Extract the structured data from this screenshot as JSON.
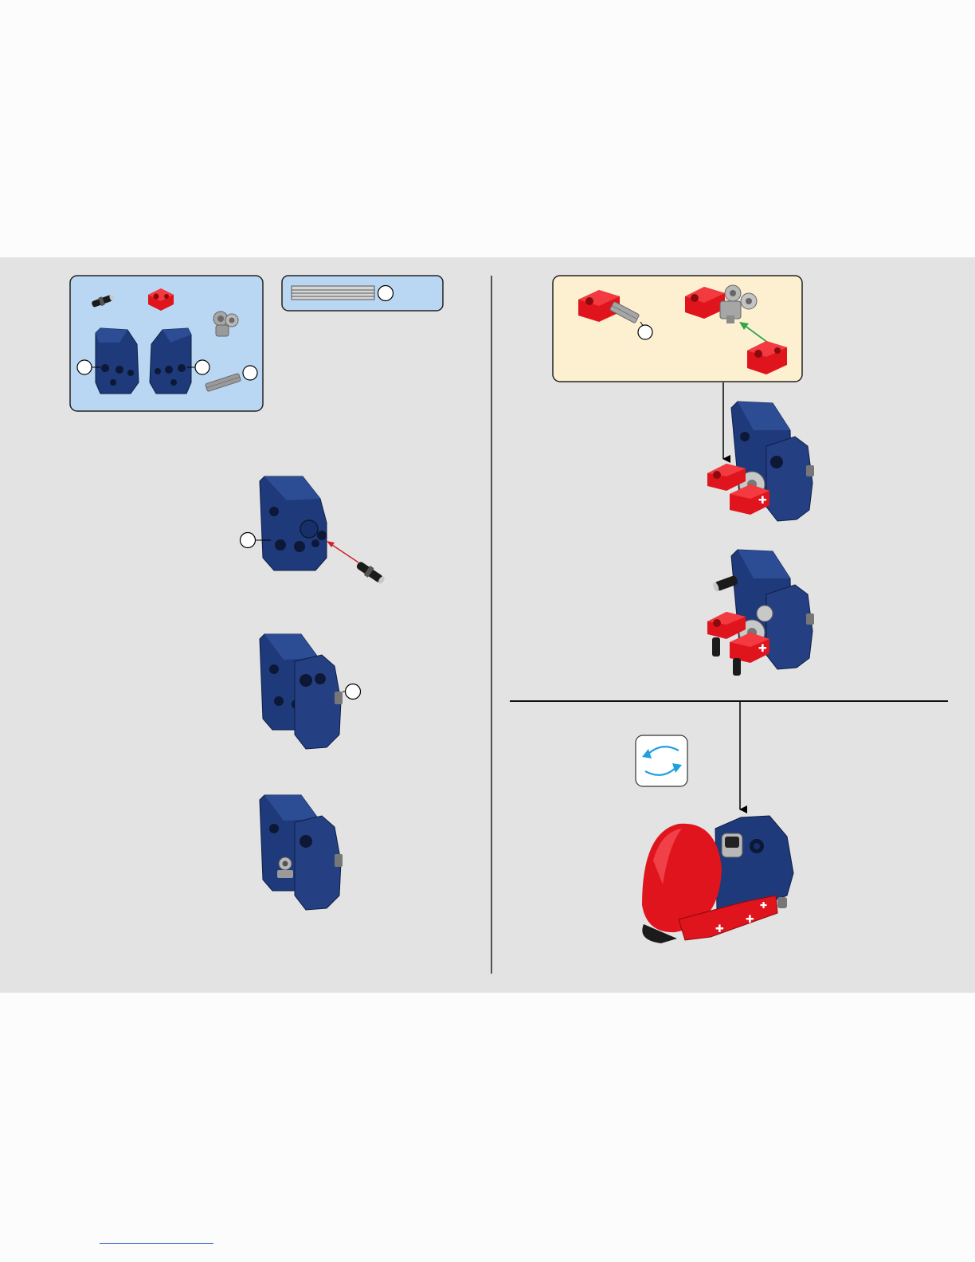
{
  "document": {
    "type": "building-instructions",
    "page_link": ""
  },
  "colors": {
    "background": "#e3e3e3",
    "page_margin": "#fcfcfc",
    "parts_panel": "#b9d7f2",
    "subassembly_panel": "#fdf0d1",
    "part_blue": "#1f3a7a",
    "part_red": "#e0141c",
    "part_gray": "#9a9a9a",
    "insert_arrow_red": "#d0202a",
    "insert_arrow_green": "#2ba84a",
    "rotate_icon": "#1ea0e0"
  },
  "parts_list": {
    "items": [
      {
        "icon": "black-connector-pin-icon"
      },
      {
        "icon": "red-axle-connector-icon"
      },
      {
        "icon": "gray-double-pin-connector-icon"
      },
      {
        "icon": "blue-panel-left-icon"
      },
      {
        "icon": "blue-panel-right-icon"
      },
      {
        "icon": "gray-axle-icon"
      }
    ],
    "callouts": [
      "",
      "",
      ""
    ]
  },
  "axle_gauge": {
    "icon": "axle-length-gauge-icon",
    "callout": ""
  },
  "left_steps": [
    {
      "name": "step-insert-pin",
      "icon": "blue-panel-with-pin-icon",
      "callout": ""
    },
    {
      "name": "step-attach-panel",
      "icon": "two-panels-joined-icon",
      "callout": ""
    },
    {
      "name": "step-add-connector",
      "icon": "panels-with-connector-icon",
      "callout": ""
    }
  ],
  "subassembly": {
    "callout": "",
    "icons": [
      "red-connector-with-axle-icon",
      "red-connector-assembly-icon",
      "red-connector-icon"
    ]
  },
  "right_steps": [
    {
      "name": "step-attach-subassembly",
      "icon": "subassembly-attached-icon"
    },
    {
      "name": "step-add-pins",
      "icon": "assembly-with-pins-icon"
    },
    {
      "name": "step-rotate-view",
      "icon": "rotate-arrows-icon"
    },
    {
      "name": "step-final-assembly",
      "icon": "red-shell-assembly-icon"
    }
  ]
}
